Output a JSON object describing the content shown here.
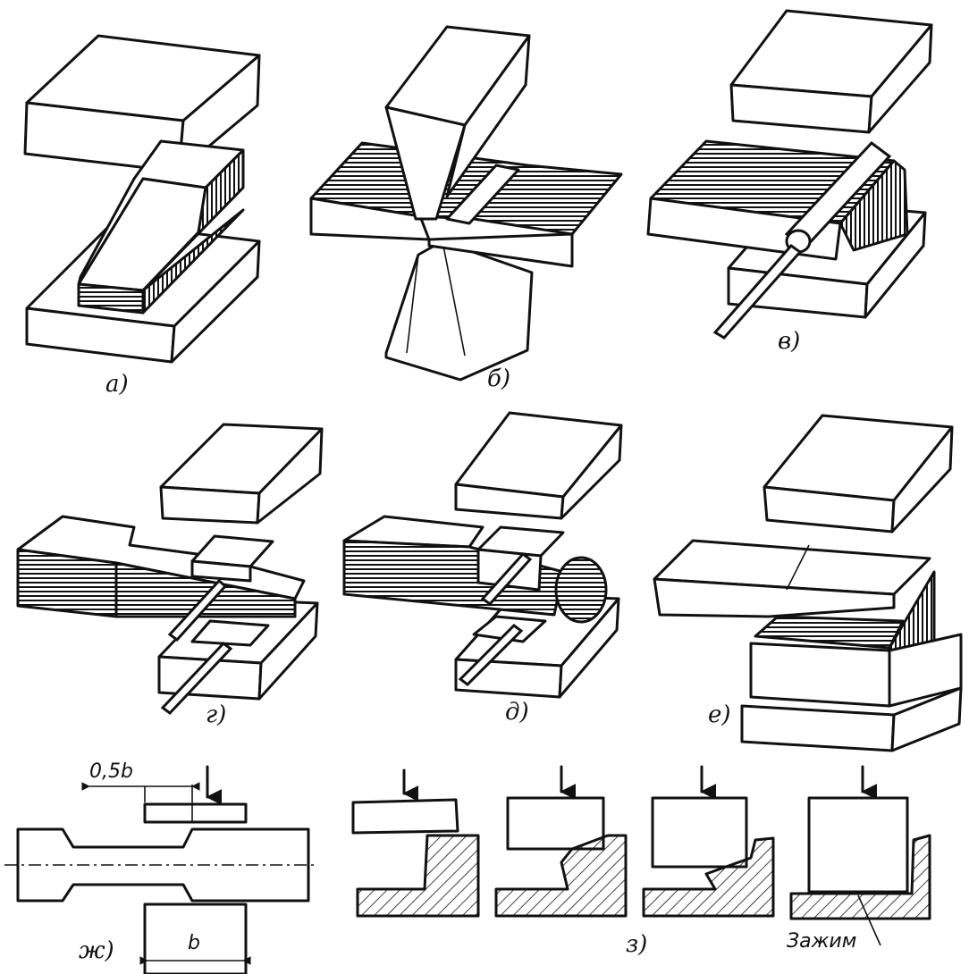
{
  "panels": {
    "a": {
      "label": "а)"
    },
    "b": {
      "label": "б)"
    },
    "v": {
      "label": "в)"
    },
    "g": {
      "label": "г)"
    },
    "d": {
      "label": "д)"
    },
    "e": {
      "label": "е)"
    },
    "zh": {
      "label": "ж)",
      "dim_half": "0,5b",
      "dim_full": "b"
    },
    "z": {
      "label": "з)",
      "clamp_label": "Зажим"
    }
  }
}
